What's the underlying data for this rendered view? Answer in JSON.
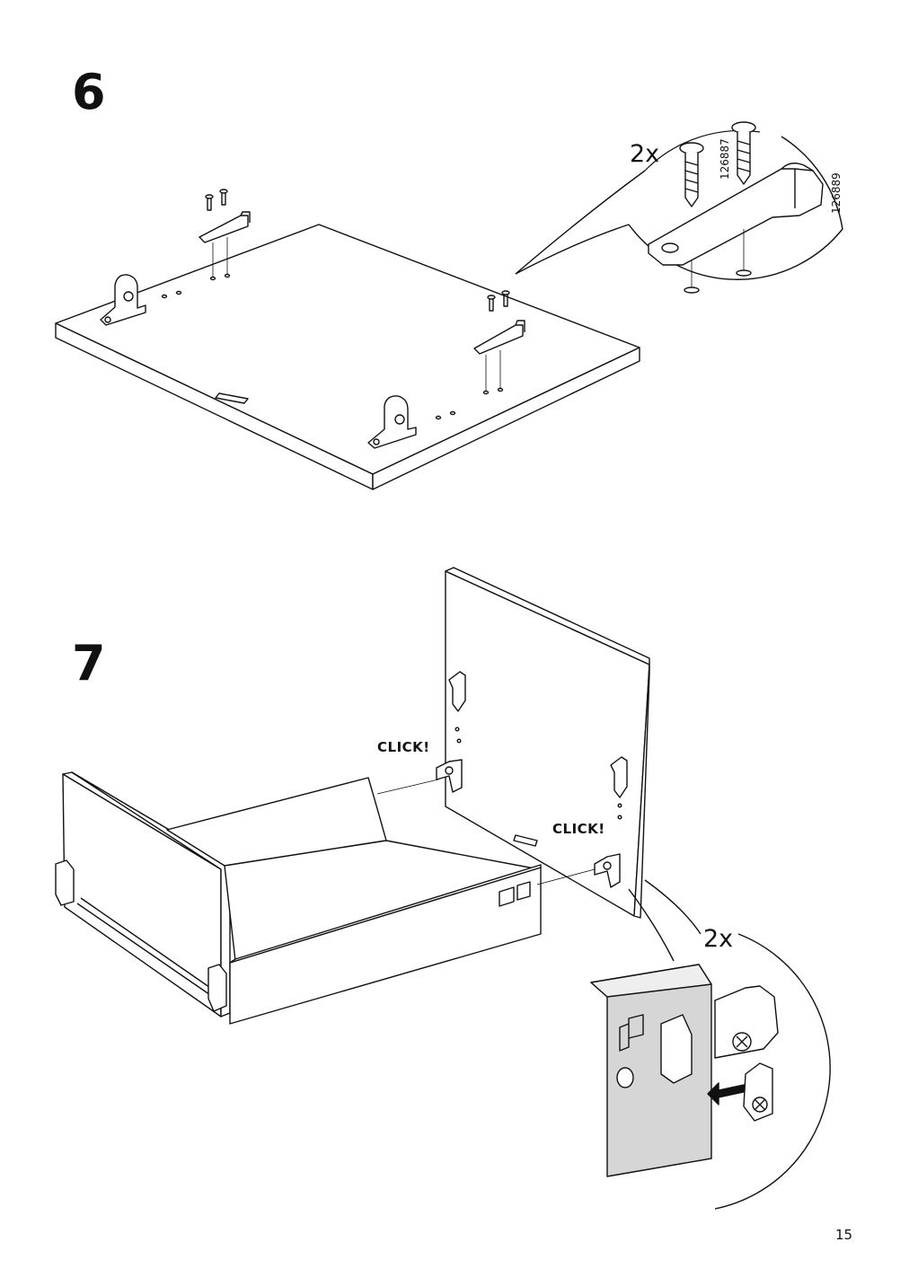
{
  "steps": [
    {
      "number": "6",
      "quantity": "2x",
      "part_numbers": [
        "126887",
        "126889"
      ]
    },
    {
      "number": "7",
      "quantity": "2x",
      "click_labels": [
        "CLICK!",
        "CLICK!"
      ]
    }
  ],
  "page_number": "15",
  "icons": [
    "screw-icon",
    "bracket-icon",
    "click-arrow-icon"
  ]
}
